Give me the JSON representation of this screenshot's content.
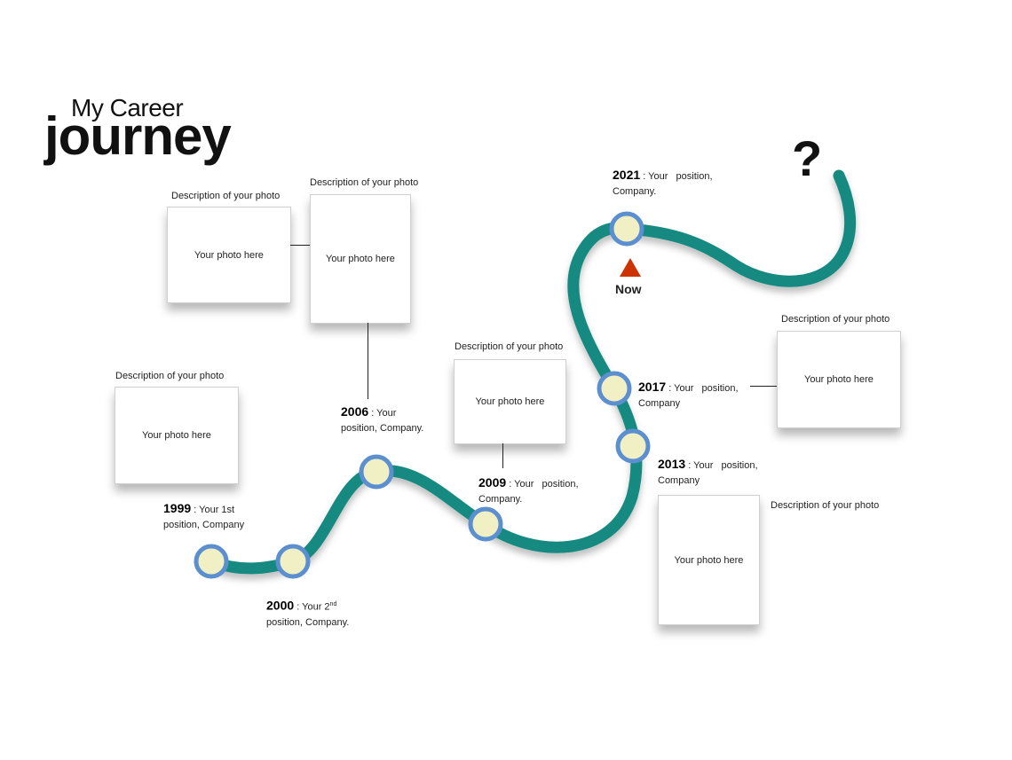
{
  "title": {
    "line1": "My Career",
    "line2": "journey"
  },
  "photo_placeholder": "Your photo here",
  "photo_description": "Description of your photo",
  "milestones": [
    {
      "year": "1999",
      "text_a": "Your 1st",
      "text_b": "position, Company"
    },
    {
      "year": "2000",
      "text_a": "Your 2",
      "sup": "nd",
      "text_b": "position, Company."
    },
    {
      "year": "2006",
      "text_a": "Your",
      "text_b": "position, Company."
    },
    {
      "year": "2009",
      "text_a": "Your   position,",
      "text_b": "Company."
    },
    {
      "year": "2013",
      "text_a": "Your   position,",
      "text_b": "Company"
    },
    {
      "year": "2017",
      "text_a": "Your   position,",
      "text_b": "Company"
    },
    {
      "year": "2021",
      "text_a": "Your   position,",
      "text_b": "Company."
    }
  ],
  "now_label": "Now",
  "future_mark": "?",
  "colors": {
    "path": "#138a80",
    "node_fill": "#f1efc4",
    "node_stroke": "#5b8fd0",
    "now_marker": "#cc3300"
  }
}
